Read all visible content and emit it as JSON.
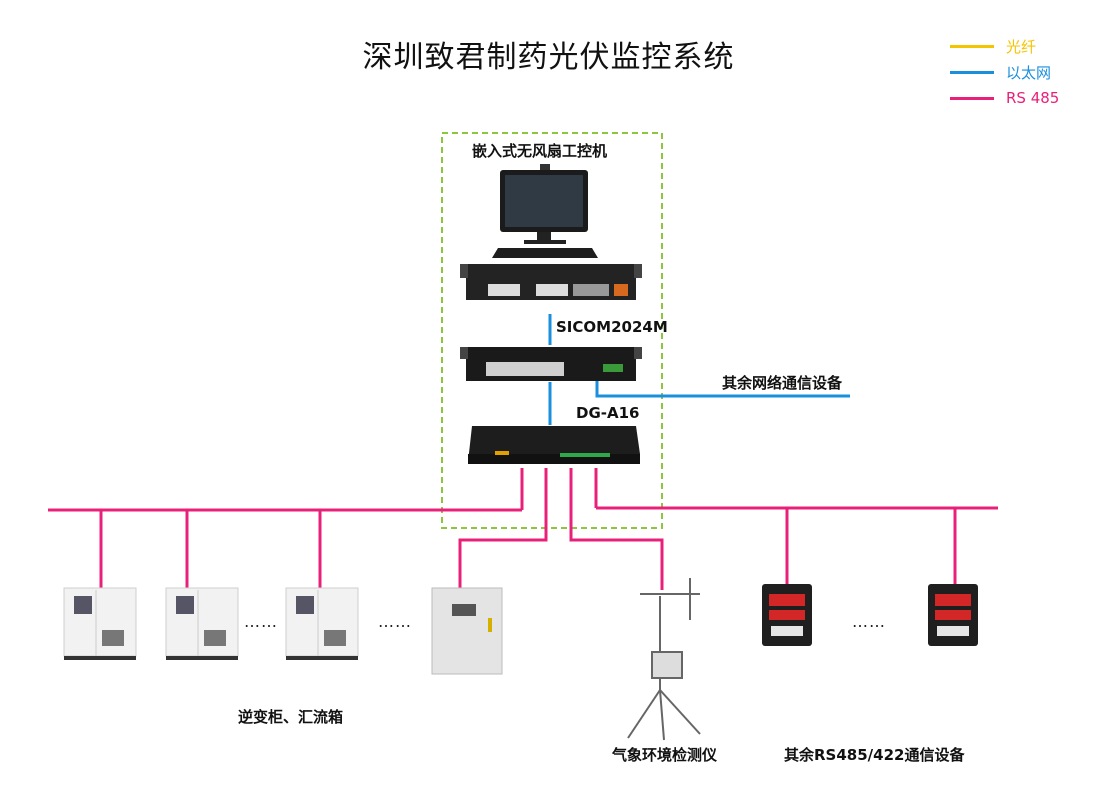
{
  "title": "深圳致君制药光伏监控系统",
  "legend": [
    {
      "label": "光纤",
      "color": "#f5c400"
    },
    {
      "label": "以太网",
      "color": "#1a8fdd"
    },
    {
      "label": "RS 485",
      "color": "#e8207a"
    }
  ],
  "nodes": {
    "ipc": "嵌入式无风扇工控机",
    "switch": "SICOM2024M",
    "other_network": "其余网络通信设备",
    "gateway": "DG-A16",
    "inverters": "逆变柜、汇流箱",
    "weather": "气象环境检测仪",
    "meters": "其余RS485/422通信设备"
  },
  "ellipsis": "……",
  "colors": {
    "rs485": "#e8207a",
    "ethernet": "#1a8fdd",
    "fiber": "#f5c400",
    "dashed_box": "#8cc63f"
  }
}
